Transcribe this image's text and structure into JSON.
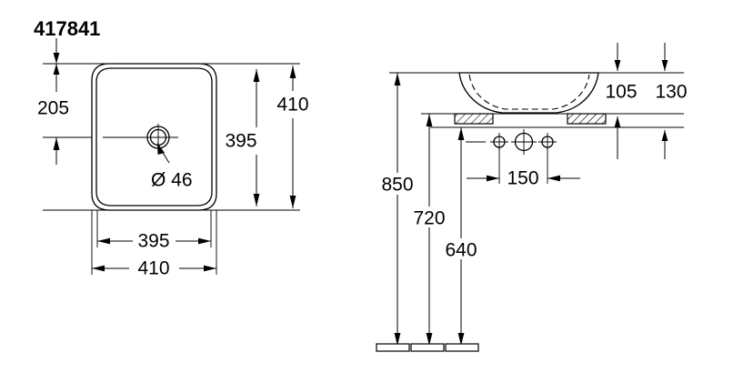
{
  "drawing": {
    "title": "417841",
    "type": "technical-dimension-drawing",
    "subject": "washbasin",
    "units": "mm",
    "line_color": "#000000",
    "background_color": "#ffffff"
  },
  "plan_view": {
    "name": "top-view",
    "dimensions": {
      "left_vertical": "205",
      "right_inner_vertical": "395",
      "right_outer_vertical": "410",
      "bottom_inner_horizontal": "395",
      "bottom_outer_horizontal": "410",
      "drain_label": "Ø 46"
    }
  },
  "side_view": {
    "name": "front-section-view",
    "dimensions": {
      "height_850": "850",
      "height_720": "720",
      "height_640": "640",
      "tap_spacing_150": "150",
      "basin_height_105": "105",
      "overall_height_130": "130"
    }
  },
  "labels": {
    "d205": "205",
    "d395_v": "395",
    "d410_v": "410",
    "d395_h": "395",
    "d410_h": "410",
    "d_diameter": "Ø 46",
    "d850": "850",
    "d720": "720",
    "d640": "640",
    "d150": "150",
    "d105": "105",
    "d130": "130"
  }
}
